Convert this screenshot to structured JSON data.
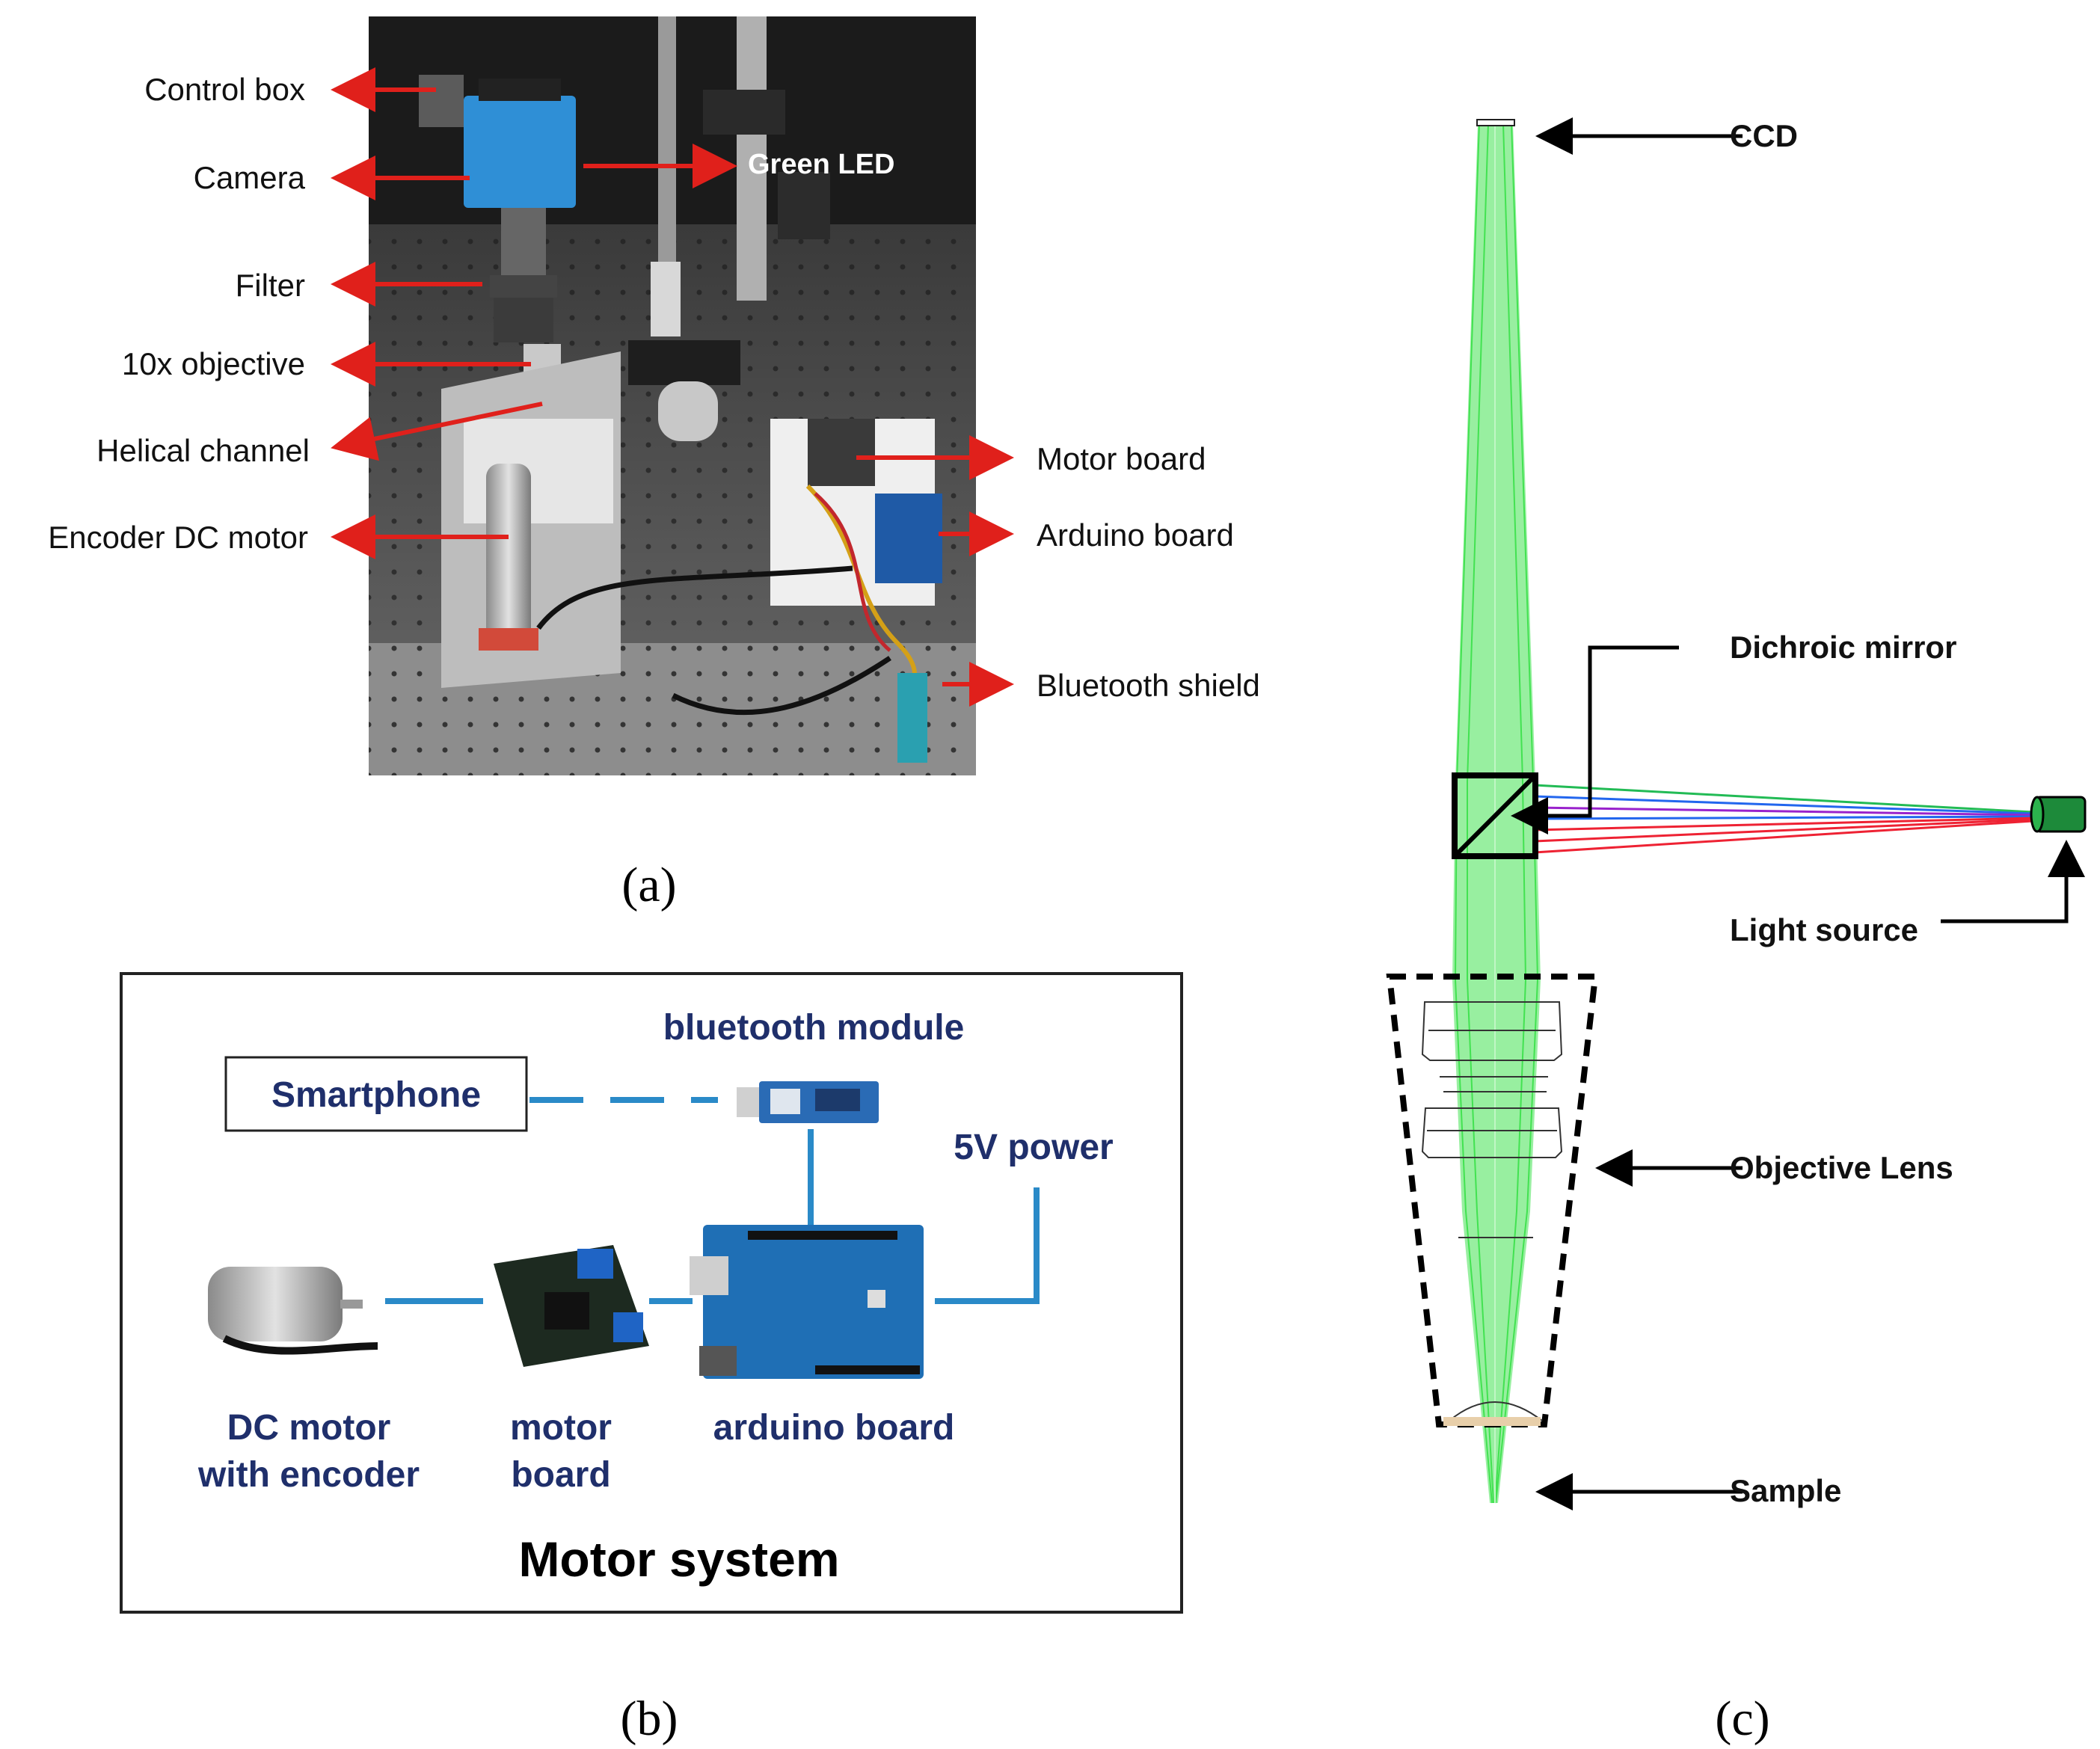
{
  "panel_a": {
    "caption": "(a)",
    "left_labels": [
      "Control box",
      "Camera",
      "Filter",
      "10x objective",
      "Helical channel",
      "Encoder DC motor"
    ],
    "right_labels": [
      "Motor board",
      "Arduino board",
      "Bluetooth shield"
    ],
    "photo_label": "Green LED",
    "arrow_color": "#e0201b"
  },
  "panel_b": {
    "caption": "(b)",
    "title": "Motor system",
    "smartphone": "Smartphone",
    "bluetooth_module": "bluetooth module",
    "power": "5V power",
    "dc_motor": [
      "DC  motor",
      "with encoder"
    ],
    "motor_board": [
      "motor",
      "board"
    ],
    "arduino": "arduino board",
    "line_color": "#2a8ac8",
    "text_color": "#1f2f6b"
  },
  "panel_c": {
    "caption": "(c)",
    "ccd": "CCD",
    "dichroic": "Dichroic mirror",
    "light_source": "Light source",
    "objective": "Objective Lens",
    "sample": "Sample",
    "beam_color": "#22dd33"
  }
}
